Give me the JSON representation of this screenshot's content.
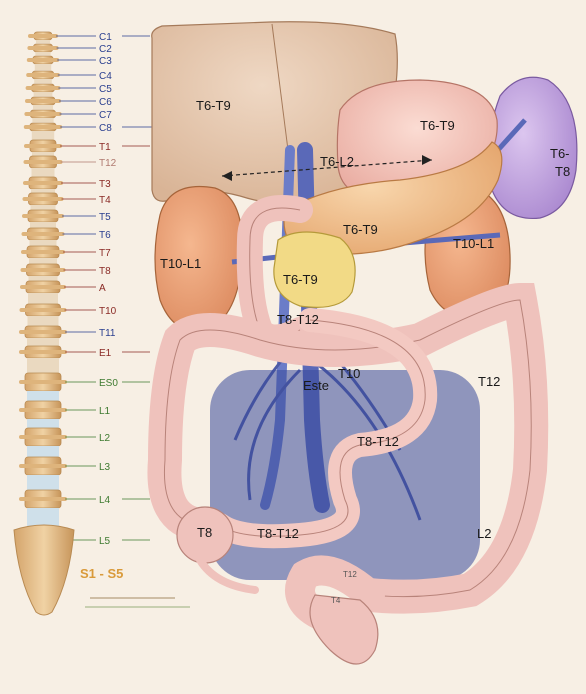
{
  "colors": {
    "background": "#f7efe4",
    "bone": "#e8c493",
    "bone_dark": "#c99a5f",
    "liver": "#e7c9b1",
    "stomach": "#f3c9c0",
    "pancreas": "#f1c08e",
    "kidney": "#eba277",
    "gallbladder": "#f2da86",
    "spleen": "#c9aee0",
    "intestine": "#efc2bc",
    "vessel": "#5a69b8",
    "cervical": "#2a3f8f",
    "thoracic": "#8a2a25",
    "lumbar": "#3d7a2f"
  },
  "spine": {
    "sacral_label": "S1 - S5",
    "levels": [
      {
        "label": "C1",
        "group": "cervical"
      },
      {
        "label": "C2",
        "group": "cervical"
      },
      {
        "label": "C3",
        "group": "cervical"
      },
      {
        "label": "C4",
        "group": "cervical"
      },
      {
        "label": "C5",
        "group": "cervical"
      },
      {
        "label": "C6",
        "group": "cervical"
      },
      {
        "label": "C7",
        "group": "cervical"
      },
      {
        "label": "C8",
        "group": "cervical"
      },
      {
        "label": "T1",
        "group": "thoracic"
      },
      {
        "label": "T12",
        "group": "thoracic_faded"
      },
      {
        "label": "T3",
        "group": "thoracic"
      },
      {
        "label": "T4",
        "group": "thoracic"
      },
      {
        "label": "T5",
        "group": "cervical"
      },
      {
        "label": "T6",
        "group": "cervical"
      },
      {
        "label": "T7",
        "group": "thoracic"
      },
      {
        "label": "T8",
        "group": "thoracic"
      },
      {
        "label": "A",
        "group": "thoracic"
      },
      {
        "label": "T10",
        "group": "thoracic"
      },
      {
        "label": "T11",
        "group": "cervical"
      },
      {
        "label": "E1",
        "group": "thoracic"
      },
      {
        "label": "ES0",
        "group": "lumbar"
      },
      {
        "label": "L1",
        "group": "lumbar"
      },
      {
        "label": "L2",
        "group": "lumbar"
      },
      {
        "label": "L3",
        "group": "lumbar"
      },
      {
        "label": "L4",
        "group": "lumbar"
      },
      {
        "label": "L5",
        "group": "lumbar"
      }
    ]
  },
  "organs": {
    "liver": "T6-T9",
    "stomach": "T6-T9",
    "spleen": "T6-T8",
    "pancreas_arrow": "T6-L2",
    "pancreas": "T6-T9",
    "kidney_left": "T10-L1",
    "kidney_right": "T10-L1",
    "gallbladder": "T6-T9",
    "duodenum": "T8-T12",
    "transverse_colon": "T10",
    "transverse_colon_sub": "Este",
    "descending_colon": "T12",
    "small_intestine": "T8-T12",
    "descending_lower": "L2",
    "cecum": "T8",
    "ileum": "T8-T12",
    "sigmoid_upper": "T12",
    "rectum": "T4"
  }
}
